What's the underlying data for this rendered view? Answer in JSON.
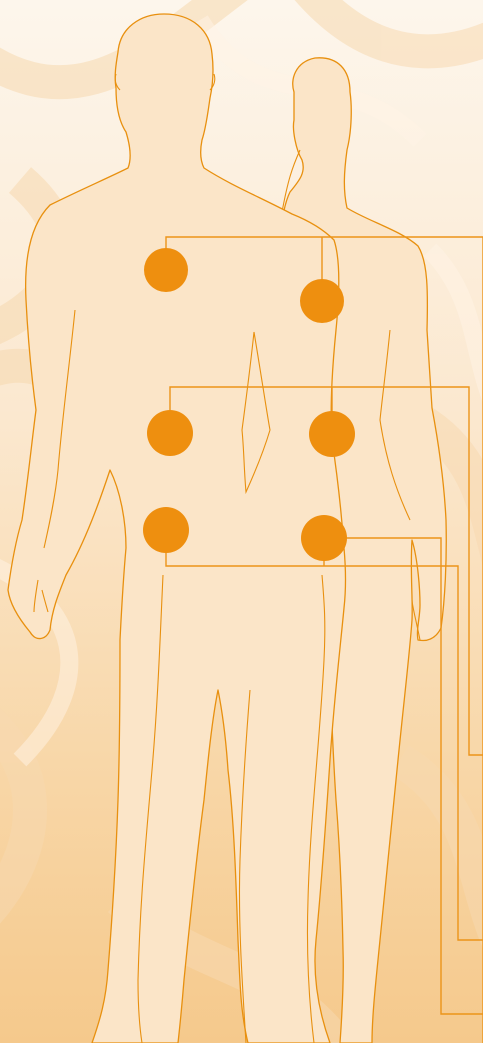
{
  "colors": {
    "background_top": "#fdf6ec",
    "background_bottom": "#f5c98c",
    "silhouette_fill": "#fbe5c8",
    "outline": "#e8900f",
    "marker": "#ee8f0f",
    "connector": "#ec9419",
    "pattern": "#f7d8ad"
  },
  "figures": [
    {
      "name": "male-silhouette"
    },
    {
      "name": "female-silhouette"
    }
  ],
  "markers": [
    {
      "name": "marker-male-upper-chest",
      "zone": "upper-body",
      "figure": "male"
    },
    {
      "name": "marker-female-upper-chest",
      "zone": "upper-body",
      "figure": "female"
    },
    {
      "name": "marker-male-mid-torso",
      "zone": "mid-body",
      "figure": "male"
    },
    {
      "name": "marker-female-mid-torso",
      "zone": "mid-body",
      "figure": "female"
    },
    {
      "name": "marker-male-lower-abdomen",
      "zone": "lower-body",
      "figure": "male"
    },
    {
      "name": "marker-female-lower-abdomen",
      "zone": "lower-body",
      "figure": "female"
    }
  ]
}
